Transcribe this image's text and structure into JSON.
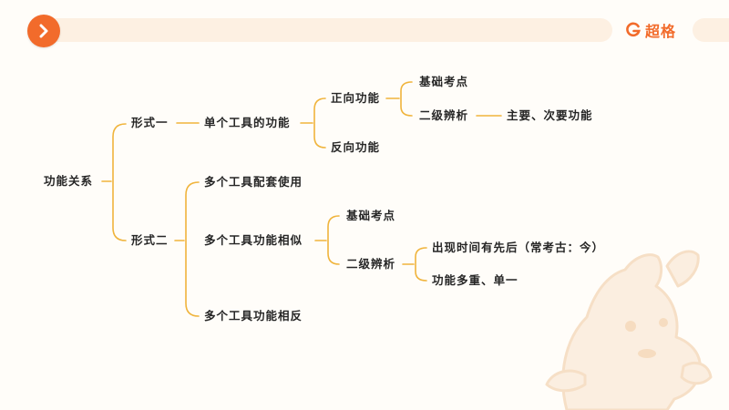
{
  "brand": {
    "name": "超格"
  },
  "icons": {
    "nav": "chevron-right-icon",
    "brand": "brand-g-icon",
    "mascot": "pony-mascot-icon"
  },
  "colors": {
    "accent": "#f26b2b",
    "line": "#f0b43c",
    "bar": "#fdf0e2"
  },
  "diagram": {
    "root": "功能关系",
    "form1": {
      "label": "形式一",
      "child": "单个工具的功能",
      "forward": {
        "label": "正向功能",
        "basics": "基础考点",
        "analysis": "二级辨析",
        "analysis_detail": "主要、次要功能"
      },
      "reverse": "反向功能"
    },
    "form2": {
      "label": "形式二",
      "matching": "多个工具配套使用",
      "similar": {
        "label": "多个工具功能相似",
        "basics": "基础考点",
        "analysis": "二级辨析",
        "detail1": "出现时间有先后（常考古：今）",
        "detail2": "功能多重、单一"
      },
      "opposite": "多个工具功能相反"
    }
  }
}
